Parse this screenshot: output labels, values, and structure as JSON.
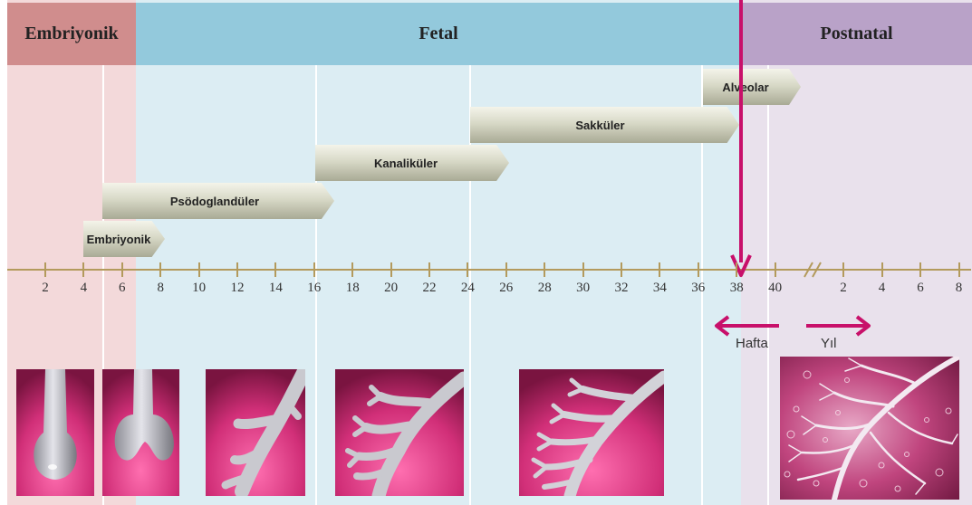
{
  "periods": {
    "embryonic": "Embriyonik",
    "fetal": "Fetal",
    "postnatal": "Postnatal"
  },
  "stages": [
    {
      "label": "Alveolar"
    },
    {
      "label": "Sakküler"
    },
    {
      "label": "Kanaliküler"
    },
    {
      "label": "Psödoglandüler"
    },
    {
      "label": "Embriyonik"
    }
  ],
  "axis": {
    "week_ticks": [
      "2",
      "4",
      "6",
      "8",
      "10",
      "12",
      "14",
      "16",
      "18",
      "20",
      "22",
      "24",
      "26",
      "28",
      "30",
      "32",
      "34",
      "36",
      "38",
      "40"
    ],
    "year_ticks": [
      "2",
      "4",
      "6",
      "8"
    ],
    "week_label": "Hafta",
    "year_label": "Yıl"
  },
  "colors": {
    "embryonic_header": "#d08d8d",
    "fetal_header": "#93c9dc",
    "postnatal_header": "#b9a2c8",
    "marker": "#c8106a",
    "axis": "#b39a5c"
  },
  "illustrations": [
    "bud-icon",
    "bifurcation-icon",
    "branching-icon",
    "branching-icon",
    "saccular-icon",
    "alveolar-icon"
  ]
}
